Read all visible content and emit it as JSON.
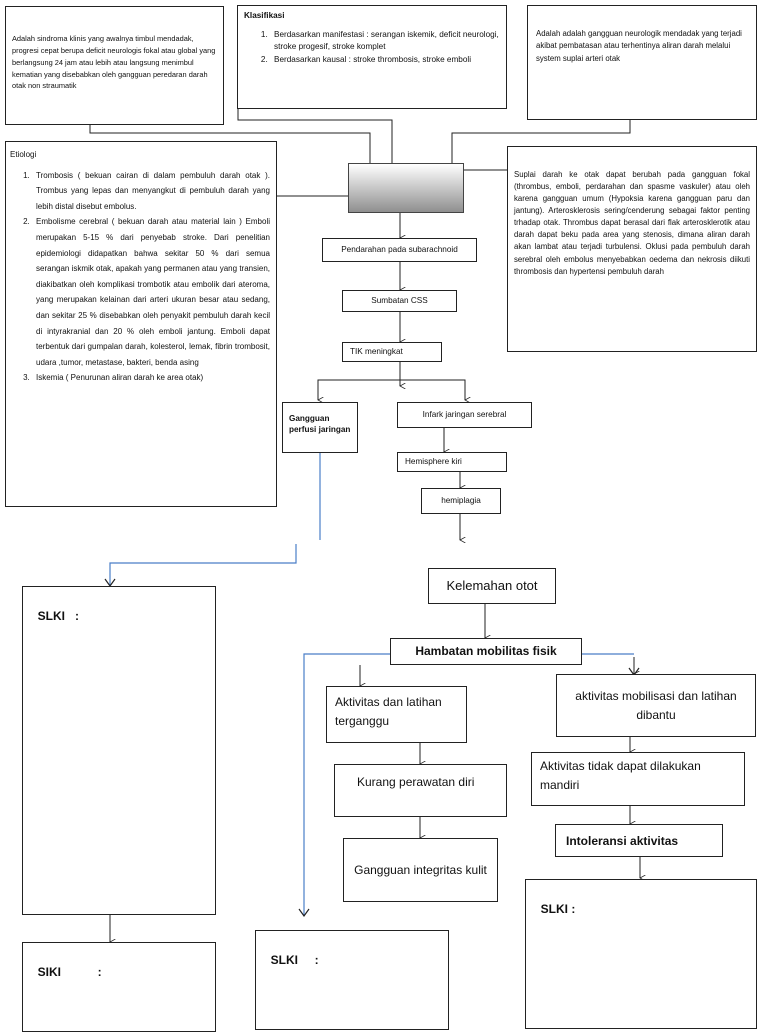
{
  "definisi_kiri": "Adalah sindroma klinis yang awalnya timbul mendadak, progresi cepat berupa deficit neurologis fokal atau global yang berlangsung 24 jam atau lebih atau langsung menimbul kematian yang disebabkan oleh gangguan peredaran darah otak non straumatik",
  "klasifikasi": {
    "title": "Klasifikasi",
    "items": [
      "Berdasarkan manifestasi : serangan iskemik, deficit neurologi, stroke progesif, stroke komplet",
      "Berdasarkan kausal : stroke thrombosis, stroke emboli"
    ]
  },
  "definisi_kanan": "Adalah adalah gangguan neurologik mendadak yang terjadi akibat pembatasan atau terhentinya aliran darah melalui system suplai arteri otak",
  "etiologi": {
    "title": "Etiologi",
    "items": [
      "Trombosis ( bekuan cairan di dalam pembuluh darah otak ). Trombus yang lepas dan  menyangkut di pembuluh darah yang lebih distal disebut embolus.",
      "Embolisme cerebral ( bekuan darah atau material lain ) Emboli merupakan 5-15 % dari penyebab stroke. Dari penelitian epidemiologi didapatkan bahwa sekitar 50 % dari semua serangan iskmik otak, apakah yang permanen atau yang transien, diakibatkan oleh komplikasi trombotik atau embolik dari ateroma, yang merupakan kelainan dari arteri ukuran besar atau sedang, dan sekitar 25 % disebabkan oleh penyakit pembuluh darah kecil di intyrakranial dan 20 % oleh emboli jantung. Emboli dapat terbentuk dari gumpalan darah, kolesterol, lemak, fibrin trombosit, udara ,tumor, metastase, bakteri, benda asing",
      "Iskemia ( Penurunan aliran darah ke area otak)"
    ]
  },
  "patofisiologi": "Suplai darah ke otak dapat berubah pada gangguan fokal (thrombus, emboli, perdarahan dan spasme vaskuler) atau oleh karena gangguan umum (Hypoksia karena gangguan paru dan jantung). Arterosklerosis sering/cenderung sebagai faktor penting trhadap otak. Thrombus dapat berasal dari flak arterosklerotik atau darah dapat beku pada area yang stenosis, dimana aliran darah akan lambat atau terjadi turbulensi. Oklusi pada pembuluh darah serebral oleh embolus menyebabkan oedema dan nekrosis diikuti thrombosis dan hypertensi pembuluh darah",
  "flow": {
    "pendarahan": "Pendarahan pada subarachnoid",
    "sumbatan": "Sumbatan CSS",
    "tik": "TIK meningkat",
    "gangguan_perfusi": "Gangguan perfusi jaringan",
    "infark": "Infark jaringan serebral",
    "hemisphere": "Hemisphere kiri",
    "hemiplagia": "hemiplagia",
    "kelemahan": "Kelemahan otot",
    "hambatan": "Hambatan mobilitas fisik",
    "aktivitas_terganggu": "Aktivitas dan latihan terganggu",
    "aktivitas_dibantu": "aktivitas mobilisasi dan latihan dibantu",
    "kurang_perawatan": "Kurang perawatan diri",
    "tidak_mandiri": "Aktivitas tidak dapat dilakukan mandiri",
    "integritas_kulit": "Gangguan integritas kulit",
    "intoleransi": "Intoleransi aktivitas",
    "slki_left": "SLKI   :",
    "siki_left": "SIKI           :",
    "slki_mid": "SLKI     :",
    "slki_right": "SLKI :"
  },
  "colors": {
    "center_box_top": "#ffffff",
    "center_box_bottom": "#8f8f8f",
    "blue_line": "#4a7ec7"
  }
}
